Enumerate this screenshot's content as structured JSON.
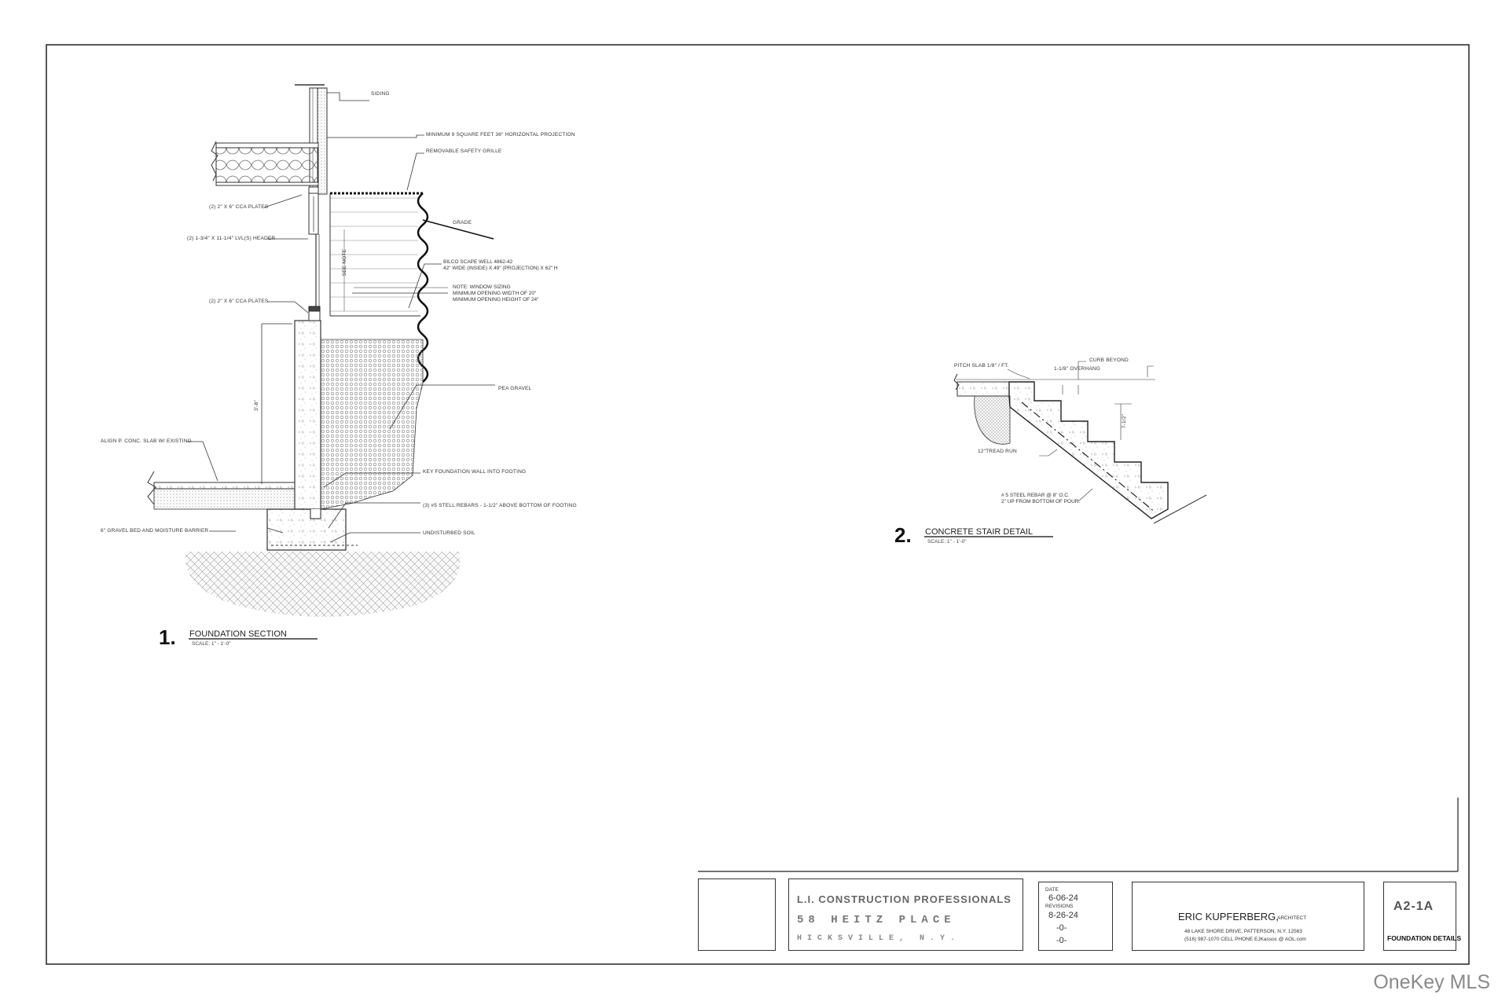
{
  "detail1": {
    "number": "1.",
    "title": "FOUNDATION SECTION",
    "scale": "SCALE:   1\" - 1'-0\"",
    "labels": {
      "siding": "SIDING",
      "egress_min": "MINIMUM 9 SQUARE FEET 36\" HORIZONTAL PROJECTION",
      "grille": "REMOVABLE SAFETY GRILLE",
      "cca_top": "(2) 2\" X 6\" CCA PLATES",
      "header": "(2) 1-3/4\" X 11-1/4\" LVL(S) HEADER",
      "grade": "GRADE",
      "bilco": "BILCO SCAPE WELL 4862-42\n42\" WIDE (INSIDE) X 49\" (PROJECTION) X 62\" H",
      "see_note": "SEE NOTE",
      "window_note": "NOTE: WINDOW SIZING\nMINIMUM OPENING WIDTH OF 20\"\nMINIMUM OPENING HEIGHT OF 24\"",
      "cca_bottom": "(2) 2\" X 6\" CCA PLATES",
      "pea_gravel": "PEA GRAVEL",
      "wall_height": "3'-8\"",
      "align": "ALIGN P. CONC. SLAB W/ EXISTING",
      "key": "KEY FOUNDATION WALL INTO FOOTING",
      "rebars": "(3) #5 STELL REBARS - 1-1/2\" ABOVE BOTTOM OF FOOTING",
      "undisturbed": "UNDISTURBED SOIL",
      "gravel_bed": "6\" GRAVEL BED AND MOISTURE BARRIER"
    }
  },
  "detail2": {
    "number": "2.",
    "title": "CONCRETE STAIR DETAIL",
    "scale": "SCALE:   1\" - 1'-0\"",
    "labels": {
      "pitch": "PITCH SLAB 1/8\" / FT.",
      "overhang": "1-1/8\" OVERHANG",
      "curb": "CURB BEYOND",
      "riser": "7-1/2\"",
      "tread": "12\"TREAD RUN",
      "rebar": "# 5 STEEL REBAR @ 8\" O.C.\n2\" UP FROM BOTTOM OF POUR."
    }
  },
  "title_block": {
    "seal_icon": "architect-seal-icon",
    "company": "L.I. CONSTRUCTION PROFESSIONALS",
    "address": "58 HEITZ PLACE",
    "city": "HICKSVILLE, N.Y.",
    "date_label": "DATE",
    "date": "6-06-24",
    "revisions_label": "REVISIONS",
    "revision1": "8-26-24",
    "revision2": "-0-",
    "revision3": "-0-",
    "architect_name": "ERIC KUPFERBERG,",
    "architect_title": "ARCHITECT",
    "architect_address": "48 LAKE SHORE DRIVE, PATTERSON, N.Y. 12563",
    "architect_contact": "(516) 987-1070  CELL PHONE   EJKassoc @ AOL.com",
    "sheet_number": "A2-1A",
    "sheet_name": "FOUNDATION DETAILS"
  },
  "watermark": "OneKey MLS"
}
